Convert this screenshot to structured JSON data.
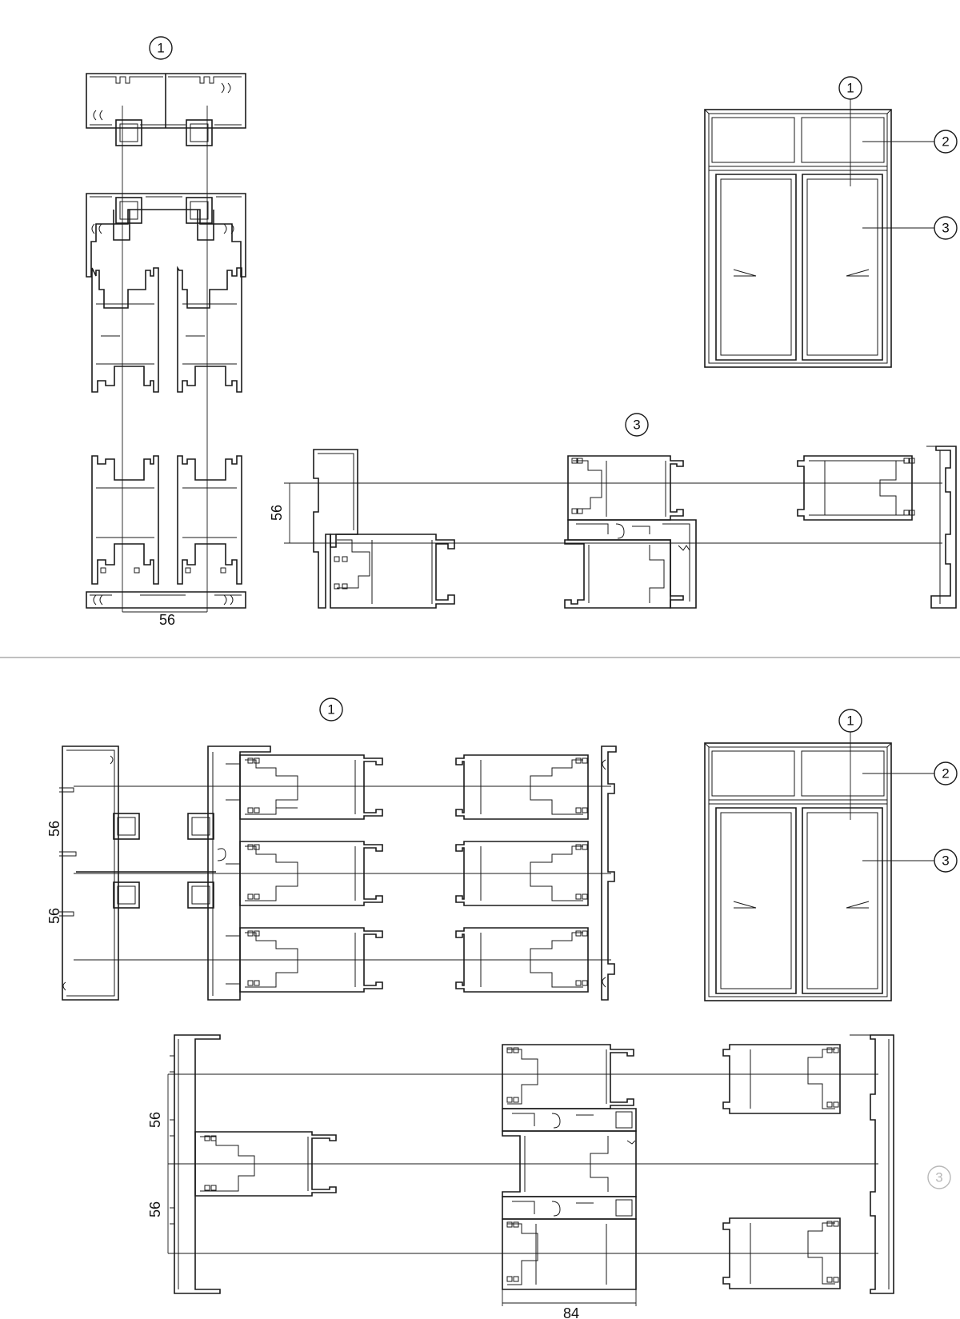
{
  "callouts": {
    "top_section_profile": "1",
    "top_elevation_mullion": "1",
    "top_elevation_transom": "2",
    "top_elevation_sash": "3",
    "top_section_sash": "3",
    "bottom_section_profile": "1",
    "bottom_elevation_mullion": "1",
    "bottom_elevation_transom": "2",
    "bottom_elevation_sash": "3",
    "bottom_section_sash": "3"
  },
  "dimensions": {
    "top_vertical_width": "56",
    "top_horizontal_height": "56",
    "bottom_profile_upper": "56",
    "bottom_profile_lower": "56",
    "bottom_sash_upper": "56",
    "bottom_sash_lower": "56",
    "bottom_sash_depth": "84"
  },
  "colors": {
    "line": "#1a1a1a",
    "separator": "#9a9a9a",
    "faded_callout": "#b8b8b8"
  }
}
